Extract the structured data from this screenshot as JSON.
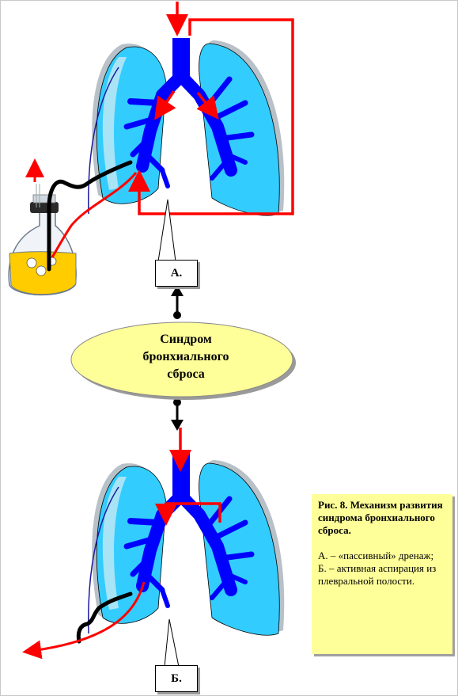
{
  "diagram": {
    "label_a": "А.",
    "label_b": "Б.",
    "center_label_lines": [
      "Синдром",
      "бронхиального",
      "сброса"
    ],
    "caption": {
      "title": "Рис. 8. Механизм развития синдрома бронхиального сброса.",
      "lines": [
        "А. – «пассивный» дренаж;",
        "Б. – активная аспирация из плевральной полости."
      ]
    },
    "colors": {
      "lung_fill": "#33ccff",
      "lung_light": "#a8e4f6",
      "bronchi": "#0000ff",
      "flow_arrow": "#ff0000",
      "ellipse_fill": "#ffff99",
      "jar_liquid": "#ffcc00",
      "drain_tube": "#000000"
    }
  }
}
